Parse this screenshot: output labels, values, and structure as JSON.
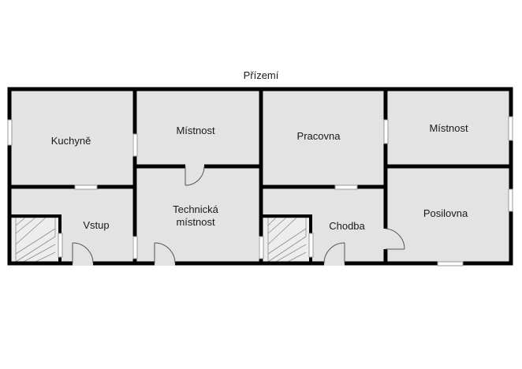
{
  "floor_title": "Přízemí",
  "rooms": {
    "kitchen": "Kuchyně",
    "room1": "Místnost",
    "study": "Pracovna",
    "room2": "Místnost",
    "entrance": "Vstup",
    "technical_line1": "Technická",
    "technical_line2": "místnost",
    "hallway": "Chodba",
    "gym": "Posilovna"
  }
}
